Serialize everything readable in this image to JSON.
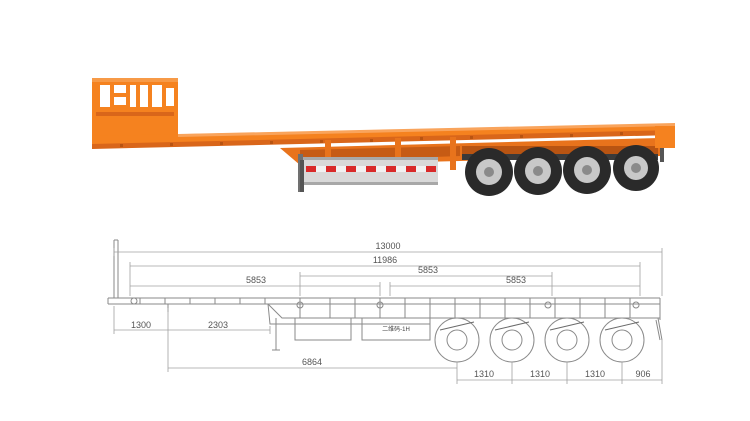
{
  "colors": {
    "trailer_body": "#f5821f",
    "trailer_shadow": "#d9661a",
    "tyre": "#2a2a2a",
    "rim": "#c8c8c8",
    "drawing_line": "#8a8a8a",
    "dimension_text": "#555555",
    "reflective_red": "#d92a2a",
    "reflective_white": "#f2f2f2"
  },
  "photo": {
    "subject": "three-line four-axle flatbed semi-trailer with front headboard",
    "axle_count": 4
  },
  "drawing": {
    "overall_length": "13000",
    "deck_length": "11986",
    "segment_1": "5853",
    "segment_2": "5853",
    "segment_3": "5853",
    "kingpin_offset": "1300",
    "landing_gear_offset": "2303",
    "kingpin_to_first_axle": "6864",
    "axle_spacing_1": "1310",
    "axle_spacing_2": "1310",
    "axle_spacing_3": "1310",
    "rear_overhang": "906",
    "plate_text": "二维码-1H"
  }
}
